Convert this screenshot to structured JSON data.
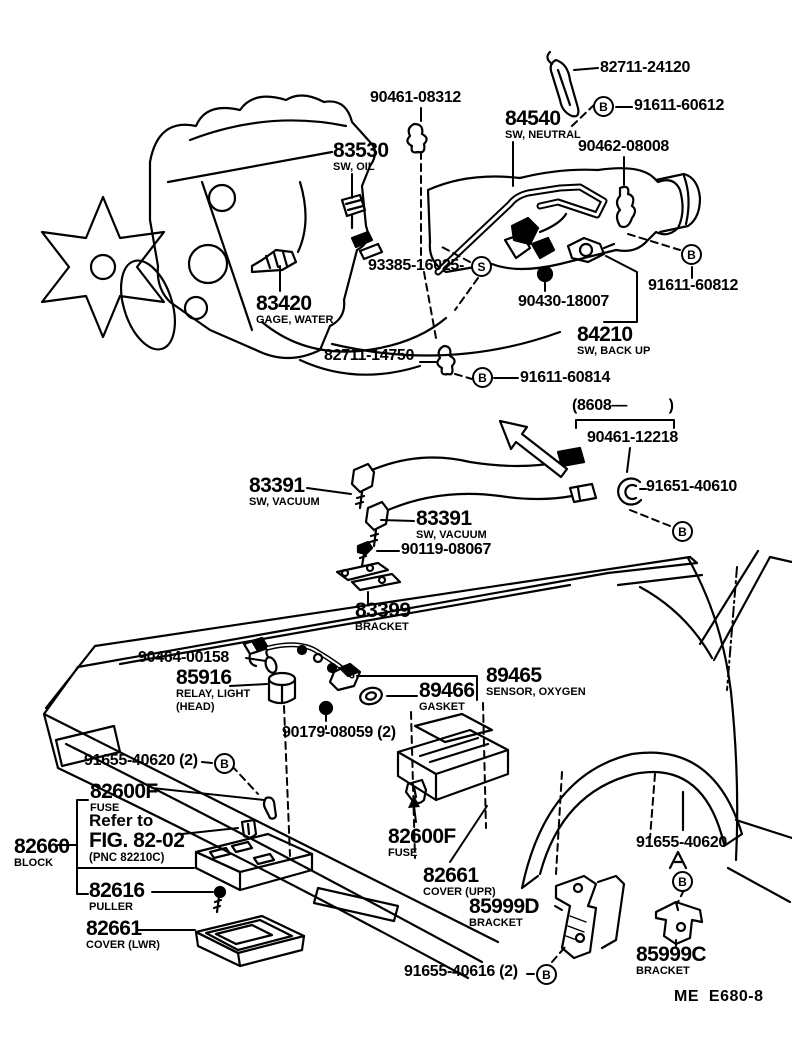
{
  "figure_code": "ME  E680-8",
  "production_range": "(8608—          )",
  "symbols": {
    "bolt": "B",
    "screw": "S"
  },
  "note": {
    "line1": "Refer to",
    "line2": "FIG. 82-02",
    "line3": "(PNC 82210C)"
  },
  "labels": [
    {
      "part": "82711-24120"
    },
    {
      "part": "91611-60612"
    },
    {
      "part": "90461-08312"
    },
    {
      "part": "84540",
      "sub": "SW, NEUTRAL"
    },
    {
      "part": "90462-08008"
    },
    {
      "part": "83530",
      "sub": "SW, OIL"
    },
    {
      "part": "93385-16025-"
    },
    {
      "part": "83420",
      "sub": "GAGE, WATER"
    },
    {
      "part": "90430-18007"
    },
    {
      "part": "91611-60812"
    },
    {
      "part": "84210",
      "sub": "SW, BACK UP"
    },
    {
      "part": "82711-14750"
    },
    {
      "part": "91611-60814"
    },
    {
      "part": "90461-12218"
    },
    {
      "part": "91651-40610"
    },
    {
      "part": "83391",
      "sub": "SW, VACUUM"
    },
    {
      "part": "83391",
      "sub": "SW, VACUUM"
    },
    {
      "part": "90119-08067"
    },
    {
      "part": "83399",
      "sub": "BRACKET"
    },
    {
      "part": "90464-00158"
    },
    {
      "part": "85916",
      "sub": "RELAY, LIGHT",
      "sub2": "(HEAD)"
    },
    {
      "part": "89465",
      "sub": "SENSOR, OXYGEN"
    },
    {
      "part": "89466",
      "sub": "GASKET"
    },
    {
      "part": "90179-08059 (2)"
    },
    {
      "part": "91655-40620 (2)"
    },
    {
      "part": "82600F",
      "sub": "FUSE"
    },
    {
      "part": "82660",
      "sub": "BLOCK"
    },
    {
      "part": "82600F",
      "sub": "FUSE"
    },
    {
      "part": "91655-40620"
    },
    {
      "part": "82616",
      "sub": "PULLER"
    },
    {
      "part": "82661",
      "sub": "COVER (UPR)"
    },
    {
      "part": "85999D",
      "sub": "BRACKET"
    },
    {
      "part": "82661",
      "sub": "COVER (LWR)"
    },
    {
      "part": "91655-40616 (2)"
    },
    {
      "part": "85999C",
      "sub": "BRACKET"
    }
  ]
}
